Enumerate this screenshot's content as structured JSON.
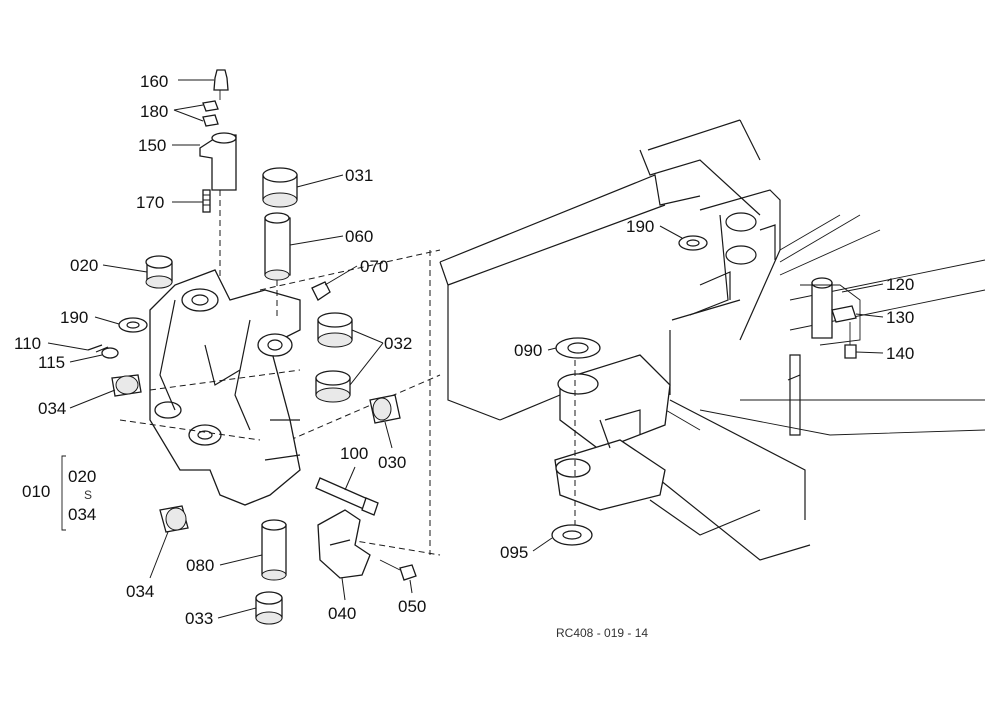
{
  "figure_code": "RC408 - 019 - 14",
  "callouts": {
    "p160": "160",
    "p180": "180",
    "p150": "150",
    "p170": "170",
    "p031": "031",
    "p060": "060",
    "p020": "020",
    "p070": "070",
    "p190a": "190",
    "p032": "032",
    "p110": "110",
    "p115": "115",
    "p034a": "034",
    "p030": "030",
    "p100": "100",
    "p010": "010",
    "p010_from": "020",
    "p010_sep": "S",
    "p010_to": "034",
    "p034b": "034",
    "p080": "080",
    "p033": "033",
    "p040": "040",
    "p050": "050",
    "p190b": "190",
    "p120": "120",
    "p130": "130",
    "p140": "140",
    "p090": "090",
    "p095": "095"
  }
}
